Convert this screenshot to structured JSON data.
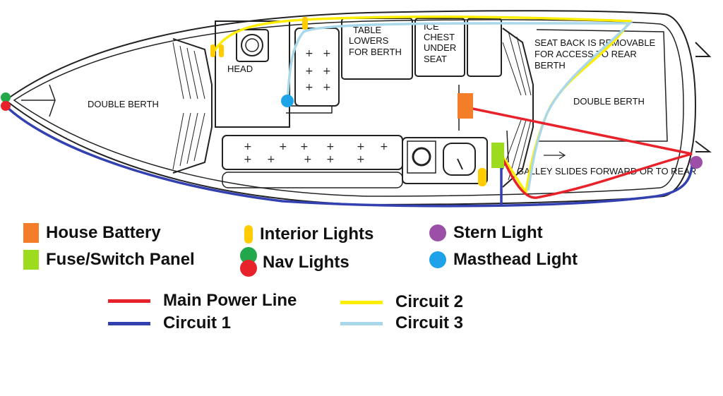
{
  "labels": {
    "double_berth_fore": "DOUBLE BERTH",
    "head": "HEAD",
    "table_line1": "TABLE",
    "table_line2": "LOWERS",
    "table_line3": "FOR BERTH",
    "ice_line1": "ICE",
    "ice_line2": "CHEST",
    "ice_line3": "UNDER",
    "ice_line4": "SEAT",
    "seatback_line1": "SEAT BACK IS REMOVABLE",
    "seatback_line2": "FOR ACCESS TO REAR",
    "seatback_line3": "BERTH",
    "double_berth_aft": "DOUBLE BERTH",
    "galley": "GALLEY SLIDES FORWARD OR TO REAR"
  },
  "legend": {
    "house_battery": "House Battery",
    "fuse_panel": "Fuse/Switch Panel",
    "interior_lights": "Interior Lights",
    "nav_lights": "Nav Lights",
    "stern_light": "Stern Light",
    "masthead_light": "Masthead Light",
    "main_power": "Main Power Line",
    "circuit1": "Circuit 1",
    "circuit2": "Circuit 2",
    "circuit3": "Circuit 3"
  },
  "colors": {
    "battery": "#f47d2a",
    "fuse": "#9ddb1e",
    "interior": "#ffcc00",
    "nav_green": "#22a84a",
    "nav_red": "#e8222a",
    "stern": "#9b4fa6",
    "masthead": "#1ea3e8",
    "main_power": "#e8222a",
    "circuit1": "#3340b0",
    "circuit2": "#ffee00",
    "circuit3": "#a8d8ea"
  }
}
